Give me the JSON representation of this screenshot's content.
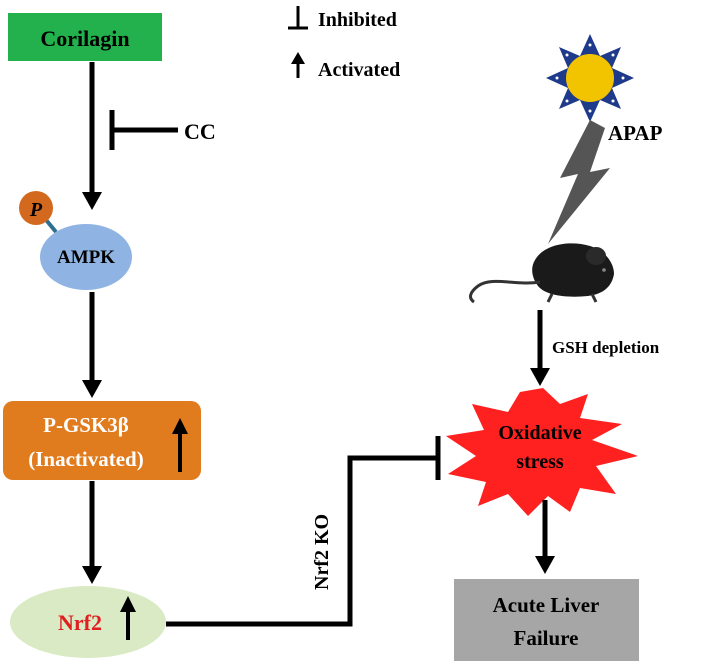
{
  "legend": {
    "inhibited_label": "Inhibited",
    "activated_label": "Activated"
  },
  "nodes": {
    "corilagin": "Corilagin",
    "cc": "CC",
    "phospho": "P",
    "ampk": "AMPK",
    "pgsk3b_line1": "P-GSK3β",
    "pgsk3b_line2": "(Inactivated)",
    "nrf2": "Nrf2",
    "nrf2_ko": "Nrf2 KO",
    "apap": "APAP",
    "gsh_depletion": "GSH depletion",
    "oxidative_line1": "Oxidative",
    "oxidative_line2": "stress",
    "alf_line1": "Acute Liver",
    "alf_line2": "Failure"
  },
  "colors": {
    "corilagin_box": "#22B14C",
    "ampk_ellipse": "#8FB4E3",
    "phospho_circle": "#D2691E",
    "pgsk3b_box": "#E07B1E",
    "nrf2_ellipse": "#D9EAC5",
    "nrf2_text": "#E02020",
    "oxidative_star": "#FF2020",
    "alf_box": "#A6A6A6",
    "sun_petals": "#1E3A8A",
    "sun_center": "#F2C400",
    "lightning": "#555555"
  },
  "icons": {
    "apap_sun": "sun-icon",
    "lightning": "lightning-bolt-icon",
    "mouse": "mouse-icon"
  }
}
